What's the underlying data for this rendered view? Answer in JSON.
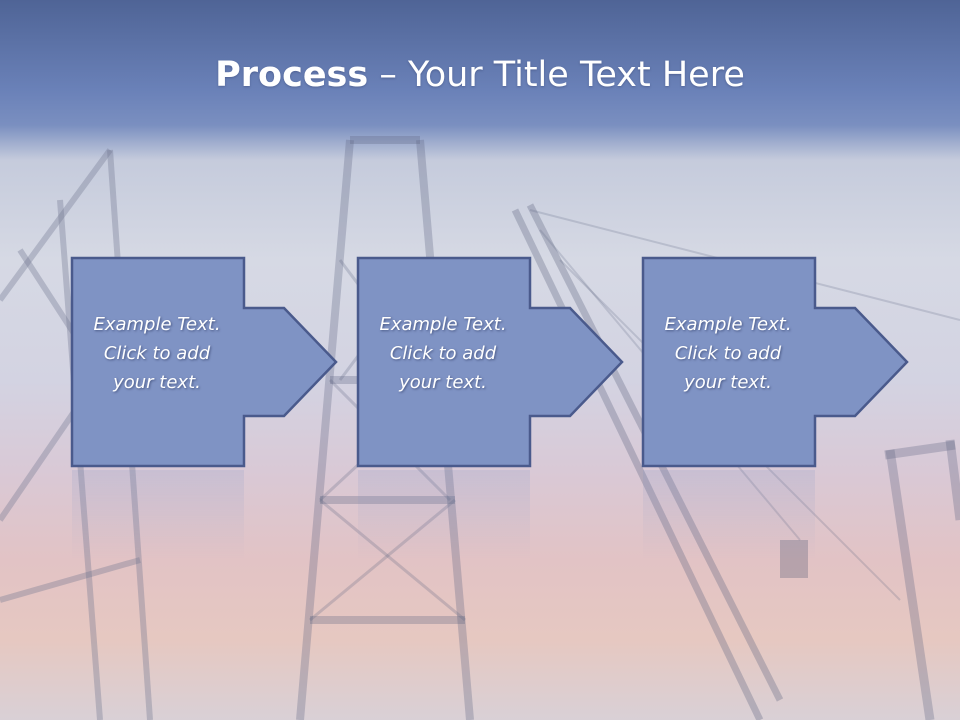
{
  "slide": {
    "title_bold": "Process",
    "title_rest": " – Your Title Text Here"
  },
  "steps": [
    {
      "line1": "Example Text.",
      "line2": "Click  to add",
      "line3": "your text."
    },
    {
      "line1": "Example Text.",
      "line2": "Click  to add",
      "line3": "your text."
    },
    {
      "line1": "Example Text.",
      "line2": "Click  to add",
      "line3": "your text."
    }
  ],
  "colors": {
    "header_blue": "#5a70a6",
    "shape_fill": "#7f93c4",
    "shape_border": "#4a5a8c",
    "text": "#ffffff"
  }
}
